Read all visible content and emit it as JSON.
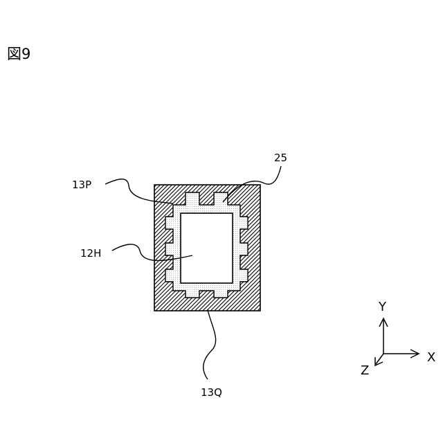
{
  "figure": {
    "title": "図9"
  },
  "labels": {
    "outer_top": "13P",
    "inner_rect": "12H",
    "gap": "25",
    "outer_bottom": "13Q"
  },
  "axes": {
    "x": "X",
    "y": "Y",
    "z": "Z"
  },
  "colors": {
    "line": "#000000",
    "dot_fill": "#c8c8c8",
    "background": "#ffffff"
  }
}
